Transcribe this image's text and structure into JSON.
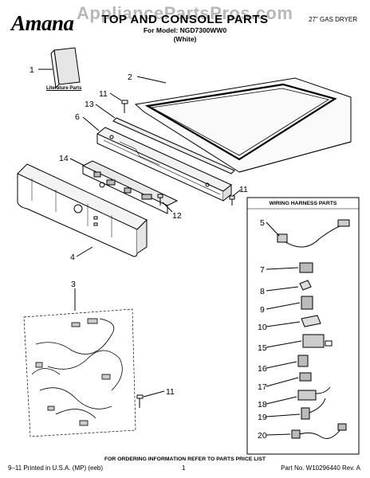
{
  "header": {
    "brand": "Amana",
    "watermark": "AppliancePartsPros.com",
    "title": "TOP AND CONSOLE PARTS",
    "model_line": "For Model: NGD7300WW0",
    "color_line": "(White)",
    "product": "27\" GAS DRYER"
  },
  "labels": {
    "literature": "Literature Parts",
    "wiring_harness": "WIRING HARNESS PARTS"
  },
  "callouts": {
    "c1": "1",
    "c2": "2",
    "c11a": "11",
    "c13": "13",
    "c6": "6",
    "c14": "14",
    "c11b": "11",
    "c12": "12",
    "c4": "4",
    "c3": "3",
    "c11c": "11",
    "c5": "5",
    "c7": "7",
    "c8": "8",
    "c9": "9",
    "c10": "10",
    "c15": "15",
    "c16": "16",
    "c17": "17",
    "c18": "18",
    "c19": "19",
    "c20": "20"
  },
  "footer": {
    "ordering": "FOR ORDERING INFORMATION REFER TO PARTS PRICE LIST",
    "printed": "9–11 Printed in U.S.A. (MP) (eeb)",
    "page": "1",
    "part_no": "Part No. W10296440 Rev. A"
  }
}
